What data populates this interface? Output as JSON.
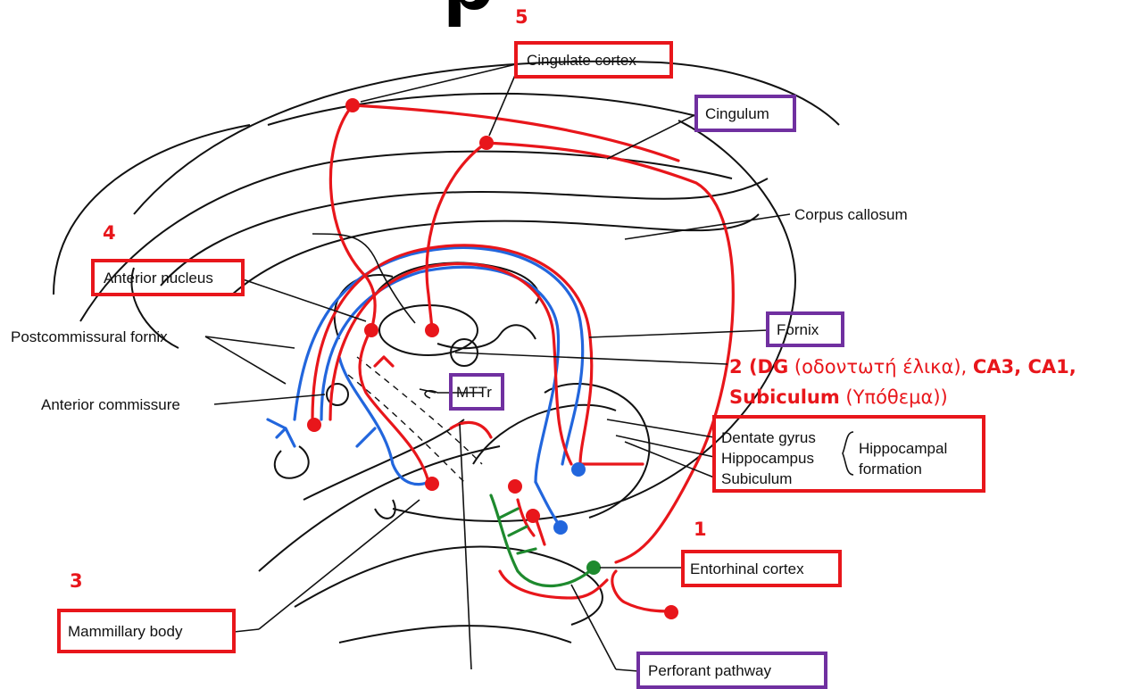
{
  "title_fragment": "p",
  "step_numbers": {
    "s1": "1",
    "s2": "2",
    "s3": "3",
    "s4": "4",
    "s5": "5"
  },
  "labels": {
    "cingulate_cortex": "Cingulate cortex",
    "cingulum": "Cingulum",
    "corpus_callosum": "Corpus callosum",
    "anterior_nucleus": "Anterior nucleus",
    "fornix": "Fornix",
    "postcommissural_fornix": "Postcommissural fornix",
    "anterior_commissure": "Anterior commissure",
    "mttr": "MTTr",
    "dentate_gyrus": "Dentate gyrus",
    "hippocampus": "Hippocampus",
    "subiculum": "Subiculum",
    "hippocampal": "Hippocampal",
    "formation": "formation",
    "entorhinal_cortex": "Entorhinal cortex",
    "mammillary_body": "Mammillary body",
    "perforant_pathway": "Perforant pathway"
  },
  "annotation": {
    "line1_bold_a": "(DG",
    "line1_normal_a": " (οδοντωτή έλικα), ",
    "line1_bold_b": "CA3, CA1,",
    "line2_bold": "Subiculum",
    "line2_normal": " (Υπόθεμα))"
  },
  "colors": {
    "box_red": "#e8161b",
    "box_purple": "#7030a0",
    "pathway_red": "#e8161b",
    "pathway_blue": "#2266dd",
    "pathway_green": "#1e8a2e"
  }
}
